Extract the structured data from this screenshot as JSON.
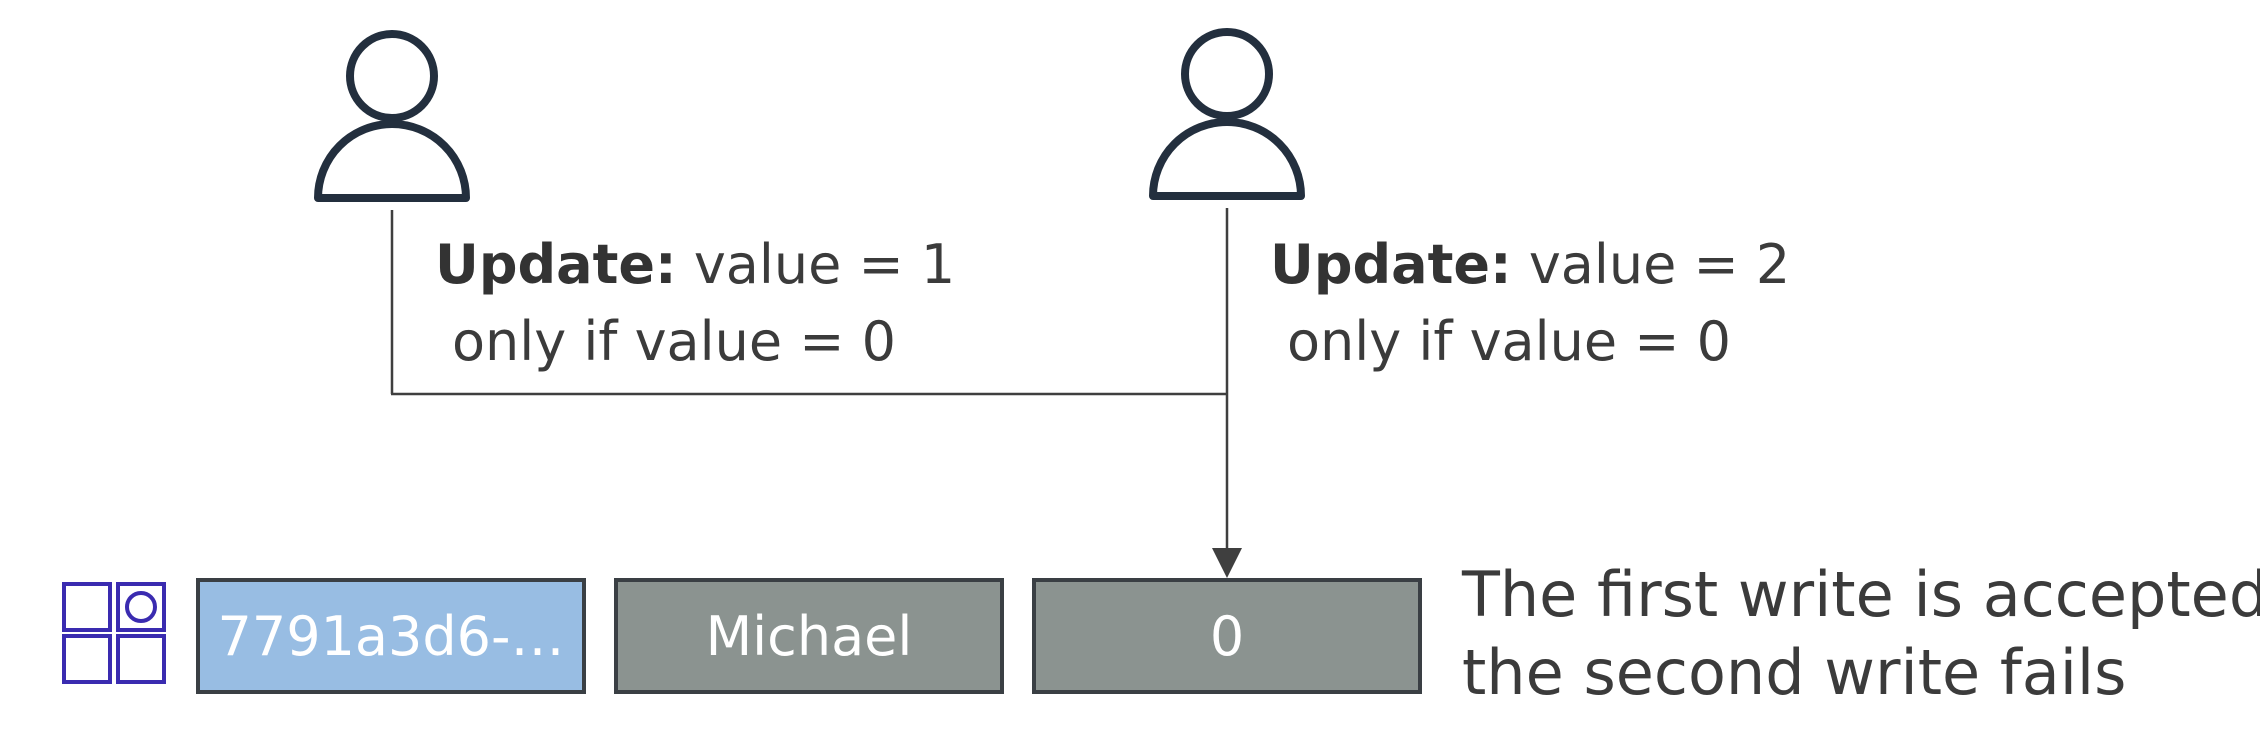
{
  "colors": {
    "key_cell": "#98bde3",
    "attr_cell": "#8b9390",
    "border": "#3a3f44",
    "text": "#3b3b3b",
    "item_icon": "#3a2bb0"
  },
  "icons": {
    "user": "user-icon",
    "item": "dynamodb-item-icon"
  },
  "users": [
    {
      "update_keyword": "Update:",
      "update_value": "value = 1",
      "condition": "only if value = 0"
    },
    {
      "update_keyword": "Update:",
      "update_value": "value = 2",
      "condition": "only if value = 0"
    }
  ],
  "item": {
    "cells": [
      {
        "value": "7791a3d6-…",
        "kind": "key"
      },
      {
        "value": "Michael",
        "kind": "attr"
      },
      {
        "value": "0",
        "kind": "attr"
      }
    ]
  },
  "result": {
    "line1": "The first write is accepted,",
    "line2": "the second write fails"
  }
}
